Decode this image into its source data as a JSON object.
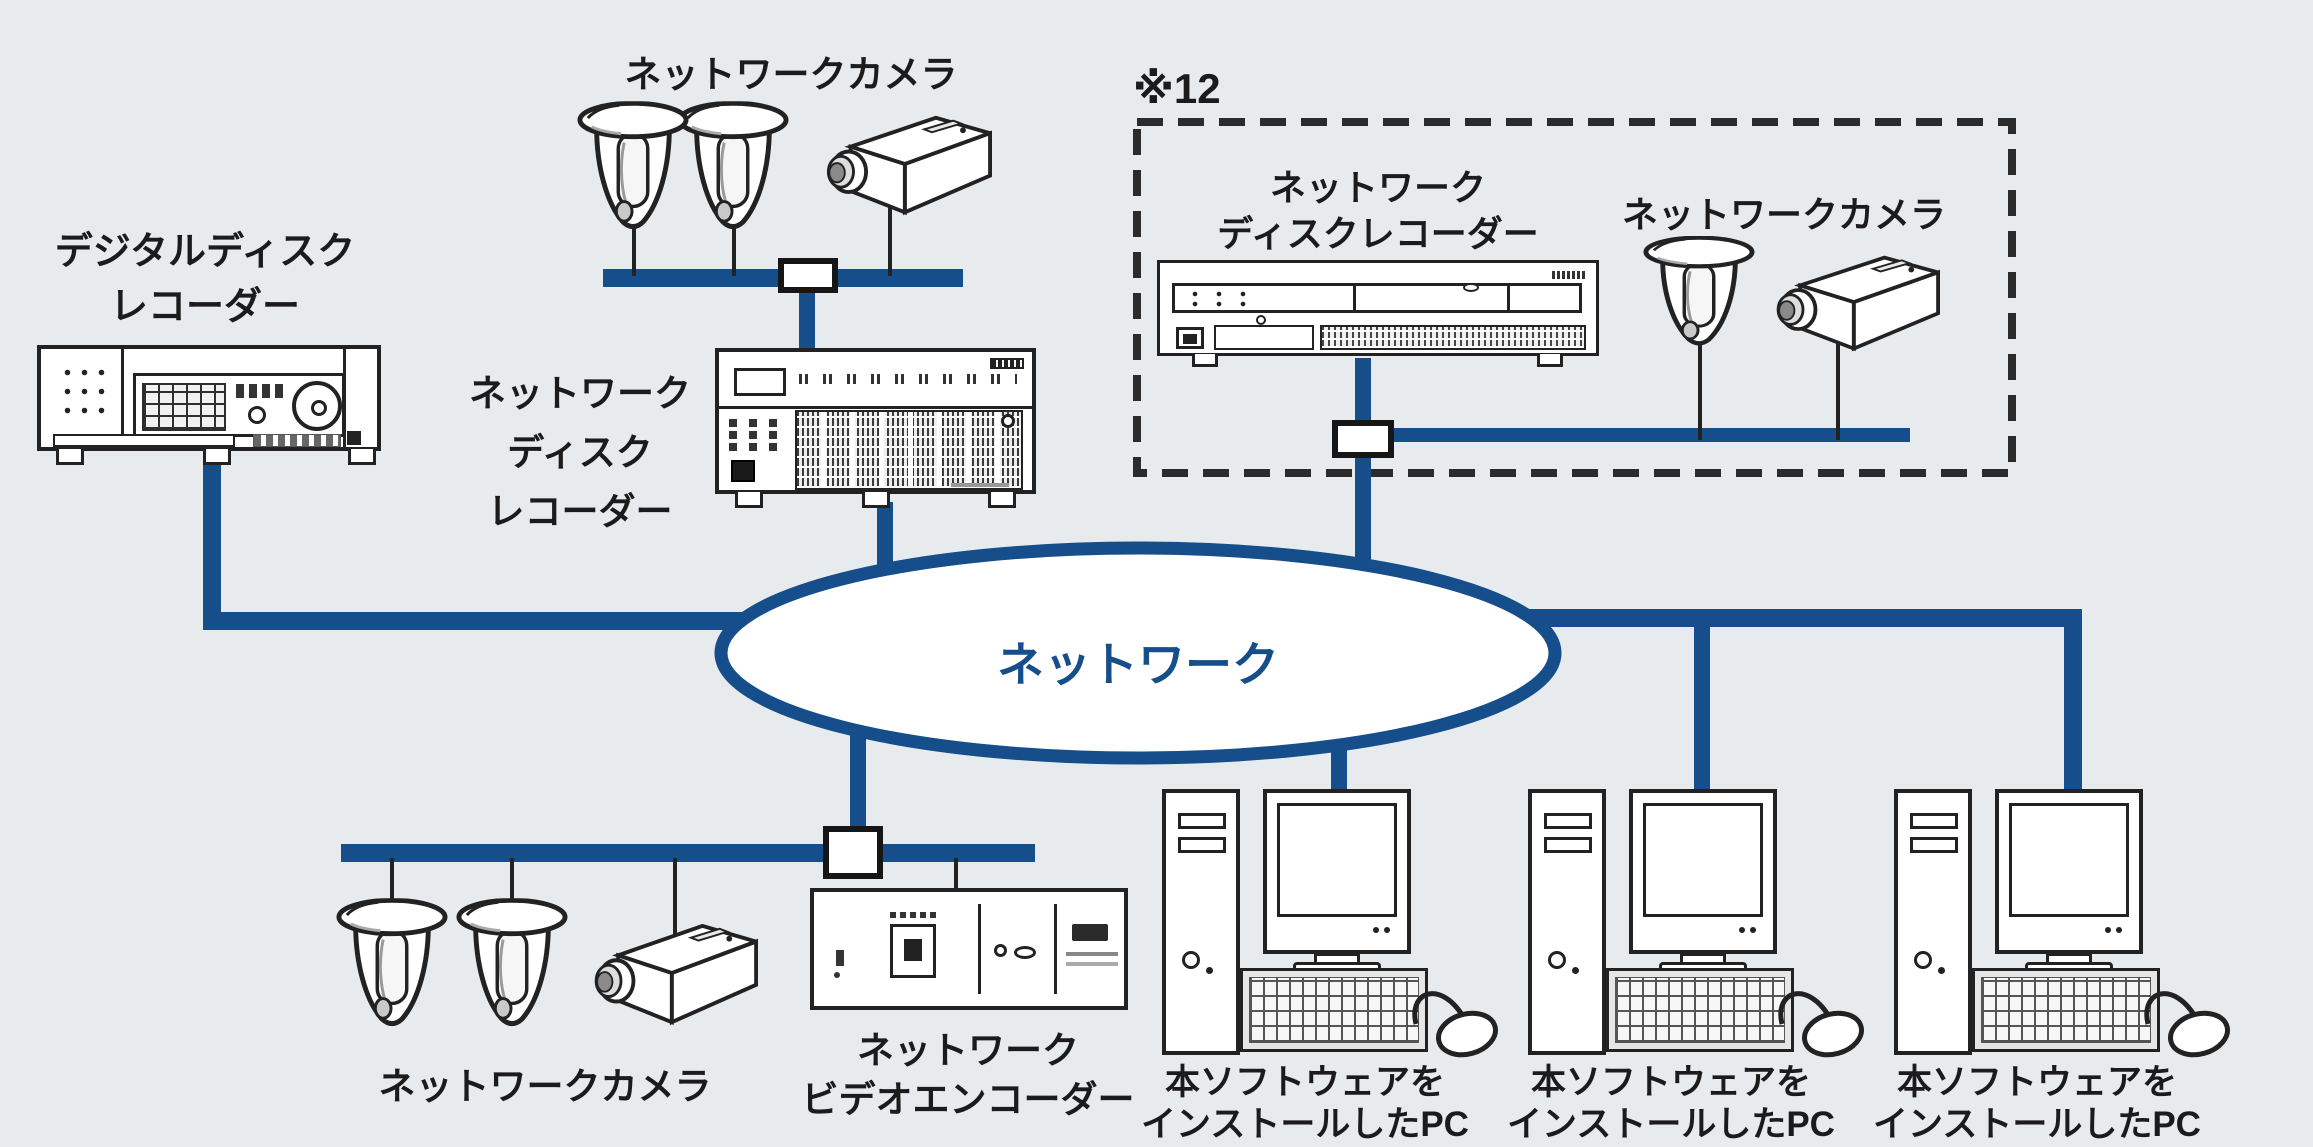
{
  "colors": {
    "background": "#e8ebee",
    "line": "#154e8a",
    "text": "#1b1b1b",
    "dash_border": "#2b2b2b"
  },
  "nodes": {
    "digital_disk_recorder": {
      "label_line1": "デジタルディスク",
      "label_line2": "レコーダー",
      "icon": "digital-disk-recorder-device"
    },
    "top_camera_group": {
      "label": "ネットワークカメラ",
      "icons": [
        "dome-camera-icon",
        "dome-camera-icon",
        "box-camera-icon"
      ]
    },
    "mid_network_disk_recorder": {
      "label_line1": "ネットワーク",
      "label_line2": "ディスク",
      "label_line3": "レコーダー",
      "icon": "network-disk-recorder-device"
    },
    "annotation_box": {
      "note": "※12",
      "recorder_label_line1": "ネットワーク",
      "recorder_label_line2": "ディスクレコーダー",
      "camera_label": "ネットワークカメラ",
      "icons": [
        "network-disk-recorder-device",
        "dome-camera-icon",
        "box-camera-icon"
      ]
    },
    "network_cloud": {
      "label": "ネットワーク"
    },
    "bottom_camera_group": {
      "label": "ネットワークカメラ",
      "icons": [
        "dome-camera-icon",
        "dome-camera-icon",
        "box-camera-icon"
      ]
    },
    "video_encoder": {
      "label_line1": "ネットワーク",
      "label_line2": "ビデオエンコーダー",
      "icon": "video-encoder-device"
    },
    "pcs": [
      {
        "label_line1": "本ソフトウェアを",
        "label_line2": "インストールしたPC"
      },
      {
        "label_line1": "本ソフトウェアを",
        "label_line2": "インストールしたPC"
      },
      {
        "label_line1": "本ソフトウェアを",
        "label_line2": "インストールしたPC"
      }
    ]
  }
}
